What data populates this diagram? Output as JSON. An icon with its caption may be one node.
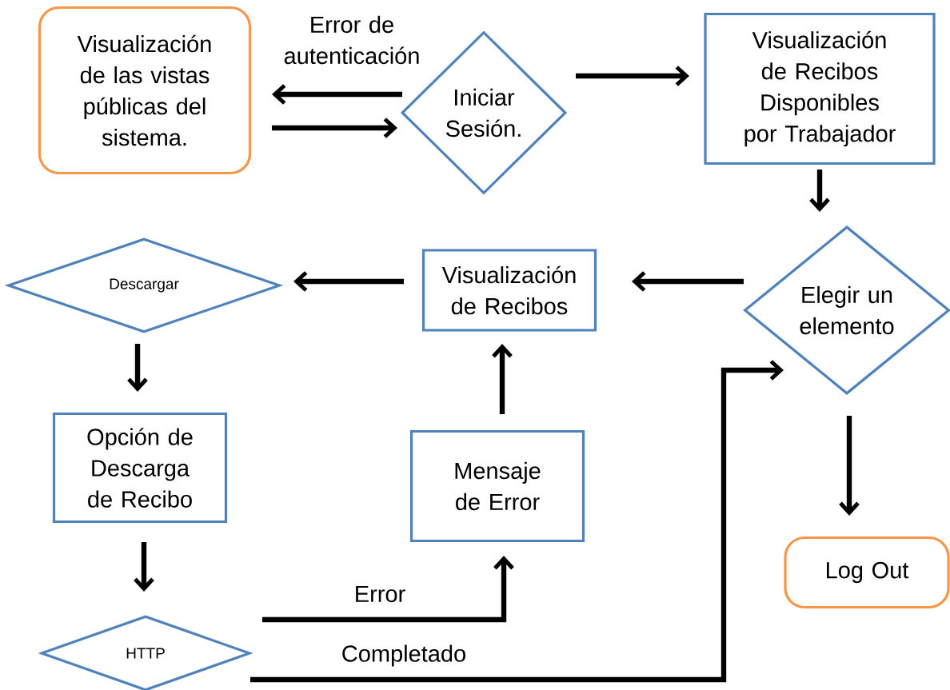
{
  "diagram": {
    "nodes": [
      {
        "text": [
          "Visualización de las vistas públicas del sistema."
        ]
      },
      {
        "text": [
          "Iniciar Sesión."
        ]
      },
      {
        "text": [
          "Visualización de Recibos Disponibles por Trabajador"
        ]
      },
      {
        "text": [
          "Elegir un elemento"
        ]
      },
      {
        "text": [
          "Visualización de Recibos"
        ]
      },
      {
        "text": [
          "Descargar"
        ]
      },
      {
        "text": [
          "Opción de Descarga de Recibo"
        ]
      },
      {
        "text": [
          "Mensaje de Error"
        ]
      },
      {
        "text": [
          "Log Out"
        ]
      },
      {
        "text": [
          "HTTP"
        ]
      }
    ],
    "edges": [
      {
        "from": 1,
        "to": 0,
        "arrow": "to",
        "label": "Error de autenticación"
      },
      {
        "from": 0,
        "to": 1,
        "arrow": "to"
      },
      {
        "from": 1,
        "to": 2,
        "arrow": "to"
      },
      {
        "from": 2,
        "to": 3,
        "arrow": "to"
      },
      {
        "from": 3,
        "to": 4,
        "arrow": "to"
      },
      {
        "from": 4,
        "to": 5,
        "arrow": "to"
      },
      {
        "from": 5,
        "to": 6,
        "arrow": "to"
      },
      {
        "from": 6,
        "to": 9,
        "arrow": "to"
      },
      {
        "from": 9,
        "to": 7,
        "arrow": "to",
        "label": "Error"
      },
      {
        "from": 9,
        "to": 3,
        "arrow": "to",
        "label": "Completado"
      },
      {
        "from": 7,
        "to": 4,
        "arrow": "to"
      },
      {
        "from": 3,
        "to": 8,
        "arrow": "to"
      }
    ]
  }
}
